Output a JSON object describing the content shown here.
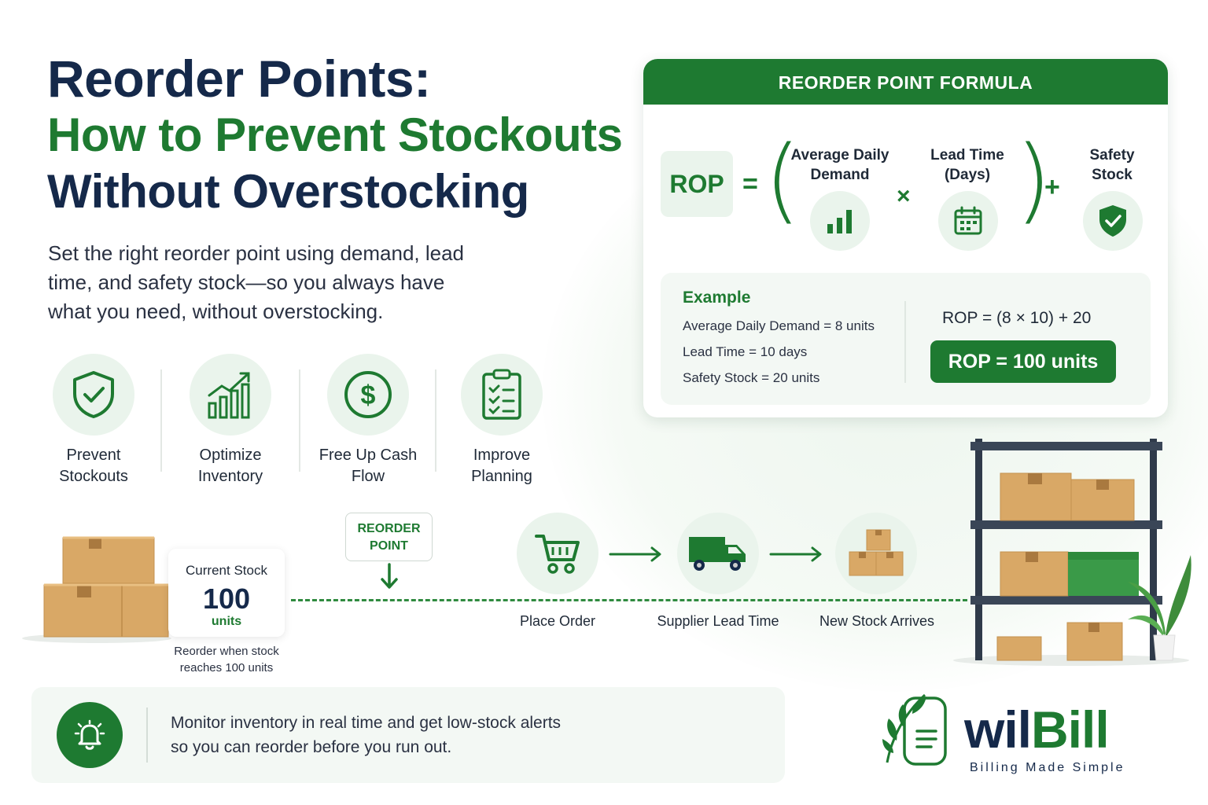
{
  "header": {
    "title_line1": "Reorder Points:",
    "title_line2": "How to Prevent Stockouts",
    "title_line3": "Without Overstocking",
    "subtitle": "Set the right reorder point using demand, lead time, and safety stock—so you always have what you need, without overstocking."
  },
  "benefits": [
    {
      "icon": "shield-check-icon",
      "label": "Prevent Stockouts"
    },
    {
      "icon": "growth-chart-icon",
      "label": "Optimize Inventory"
    },
    {
      "icon": "dollar-icon",
      "label": "Free Up Cash Flow"
    },
    {
      "icon": "clipboard-checklist-icon",
      "label": "Improve Planning"
    }
  ],
  "formula": {
    "heading": "REORDER POINT FORMULA",
    "rop": "ROP",
    "equals": "=",
    "times": "×",
    "plus": "+",
    "term1": "Average Daily Demand",
    "term2": "Lead Time (Days)",
    "term3": "Safety Stock",
    "example": {
      "title": "Example",
      "line1": "Average Daily Demand = 8 units",
      "line2": "Lead Time  = 10 days",
      "line3": "Safety Stock  = 20 units",
      "calc": "ROP =  (8 × 10) + 20",
      "result": "ROP = 100 units"
    }
  },
  "process": {
    "current_stock_label": "Current Stock",
    "current_stock_value": "100",
    "current_stock_unit": "units",
    "note": "Reorder when stock reaches 100 units",
    "reorder_tag": "REORDER POINT",
    "steps": [
      {
        "icon": "cart-icon",
        "label": "Place Order"
      },
      {
        "icon": "truck-icon",
        "label": "Supplier Lead Time"
      },
      {
        "icon": "boxes-icon",
        "label": "New Stock Arrives"
      }
    ]
  },
  "alert": {
    "text_line1": "Monitor inventory in real time and get low-stock alerts",
    "text_line2": "so you can reorder before you run out."
  },
  "brand": {
    "name_part1": "wil",
    "name_part2": "Bill",
    "tagline": "Billing Made Simple"
  },
  "colors": {
    "primary_green": "#1e7a31",
    "navy": "#15294a",
    "light_green": "#eaf4ec"
  }
}
